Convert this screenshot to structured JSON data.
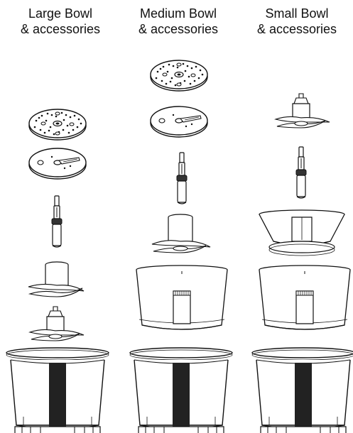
{
  "columns": [
    {
      "title_line1": "Large Bowl",
      "title_line2": "& accessories"
    },
    {
      "title_line1": "Medium Bowl",
      "title_line2": "& accessories"
    },
    {
      "title_line1": "Small Bowl",
      "title_line2": "& accessories"
    }
  ]
}
